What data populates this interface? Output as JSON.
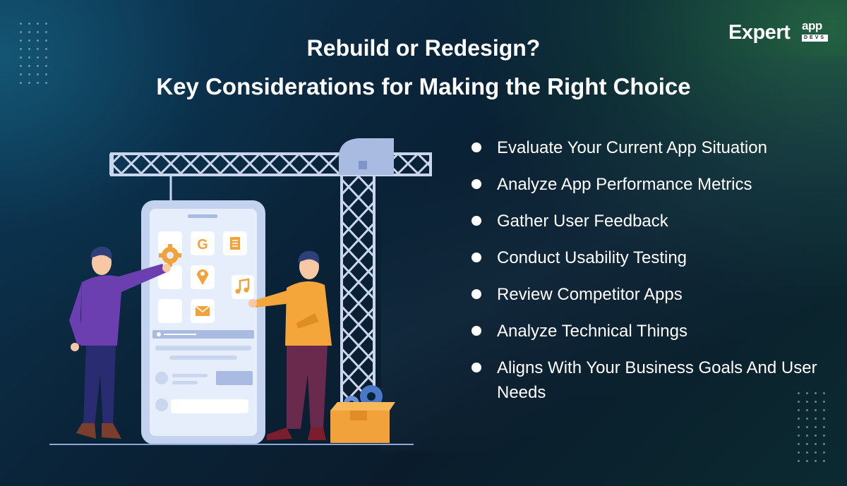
{
  "title": {
    "line1": "Rebuild or Redesign?",
    "line2": "Key Considerations for Making the Right Choice"
  },
  "logo": {
    "main": "Expert",
    "superscript": "app",
    "sub": "DEVS"
  },
  "considerations": [
    {
      "text": "Evaluate Your Current App Situation"
    },
    {
      "text": "Analyze App Performance Metrics"
    },
    {
      "text": "Gather User Feedback"
    },
    {
      "text": "Conduct Usability Testing"
    },
    {
      "text": "Review Competitor Apps"
    },
    {
      "text": "Analyze Technical Things"
    },
    {
      "text": "Aligns With Your Business Goals And User Needs"
    }
  ],
  "illustration": {
    "phone_icons": [
      "gear-icon",
      "google-icon",
      "document-icon",
      "location-pin-icon",
      "music-note-icon",
      "mail-icon"
    ],
    "google_letter": "G"
  },
  "colors": {
    "background": "#0a2338",
    "text": "#ffffff",
    "crane": "#c9d6ee",
    "accent_orange": "#f2a23a",
    "shirt_purple": "#6b3fb0",
    "shirt_orange": "#f4a63a"
  }
}
